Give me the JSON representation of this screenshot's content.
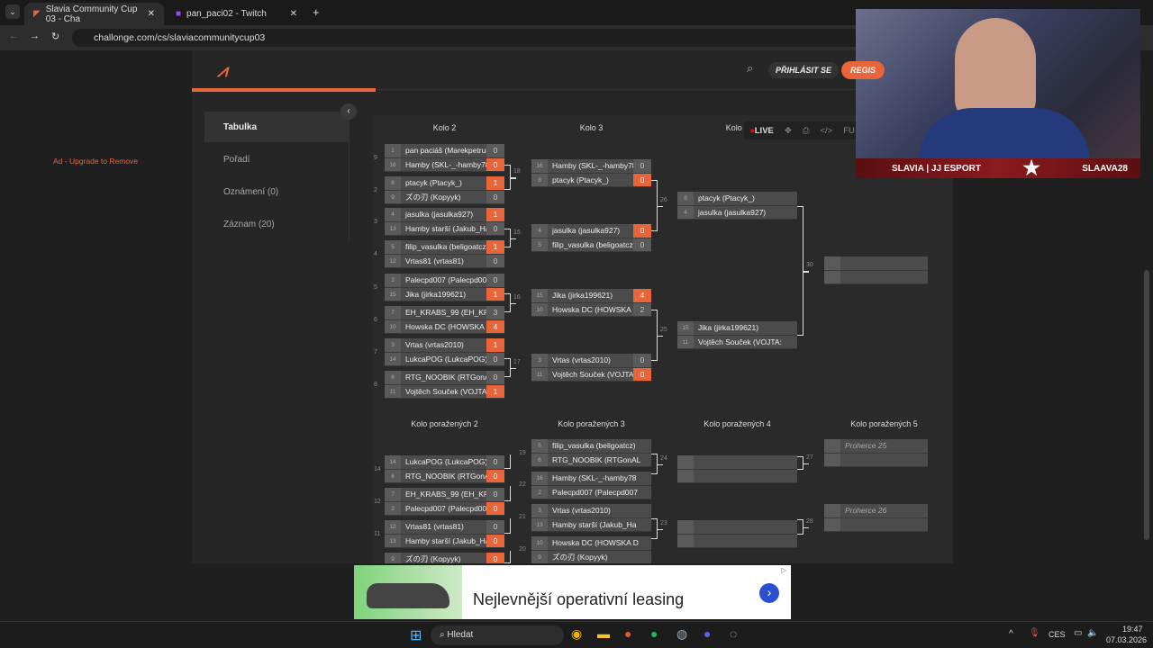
{
  "browser": {
    "tabs": [
      {
        "title": "Slavia Community Cup 03 - Cha"
      },
      {
        "title": "pan_paci02 - Twitch"
      }
    ],
    "url": "challonge.com/cs/slaviacommunitycup03"
  },
  "header": {
    "login": "PŘIHLÁSIT SE",
    "register": "REGIS"
  },
  "sidebar": {
    "items": [
      {
        "label": "Tabulka"
      },
      {
        "label": "Pořadí"
      },
      {
        "label": "Oznámení (0)"
      },
      {
        "label": "Záznam (20)"
      }
    ]
  },
  "ad_left": "Ad - Upgrade to Remove",
  "toolbar": {
    "live": "LIVE",
    "full": "FU"
  },
  "winners": {
    "headers": [
      "Kolo 2",
      "Kolo 3",
      "Kolo 4"
    ],
    "matches": [
      [
        {
          "s": "1",
          "n": "pan paciáš (Marekpetruš",
          "sc": "0"
        },
        {
          "s": "16",
          "n": "Hamby (SKL-_-hamby78",
          "sc": "0",
          "w": true
        }
      ],
      [
        {
          "s": "8",
          "n": "ptacyk (Ptacyk_)",
          "sc": "1",
          "w": true
        },
        {
          "s": "9",
          "n": "ズの刃 (Kopyyk)",
          "sc": "0"
        }
      ],
      [
        {
          "s": "4",
          "n": "jasulka (jasulka927)",
          "sc": "1",
          "w": true
        },
        {
          "s": "13",
          "n": "Hamby starší (Jakub_Ha",
          "sc": "0"
        }
      ],
      [
        {
          "s": "5",
          "n": "filip_vasulka (beligoatcz)",
          "sc": "1",
          "w": true
        },
        {
          "s": "12",
          "n": "Vrtas81 (vrtas81)",
          "sc": "0"
        }
      ],
      [
        {
          "s": "2",
          "n": "Palecpd007 (Palecpd007",
          "sc": "0"
        },
        {
          "s": "15",
          "n": "Jika (jirka199621)",
          "sc": "1",
          "w": true
        }
      ],
      [
        {
          "s": "7",
          "n": "EH_KRABS_99 (EH_KRAI",
          "sc": "3"
        },
        {
          "s": "10",
          "n": "Howska DC (HOWSKA D",
          "sc": "4",
          "w": true
        }
      ],
      [
        {
          "s": "3",
          "n": "Vrtas (vrtas2010)",
          "sc": "1",
          "w": true
        },
        {
          "s": "14",
          "n": "LukcaPOG (LukcaPOG)",
          "sc": "0"
        }
      ],
      [
        {
          "s": "6",
          "n": "RTG_NOOBIK (RTGonAL",
          "sc": "0"
        },
        {
          "s": "11",
          "n": "Vojtěch Souček (VOJTA:",
          "sc": "1",
          "w": true
        }
      ],
      [
        {
          "s": "16",
          "n": "Hamby (SKL-_-hamby78",
          "sc": "0"
        },
        {
          "s": "8",
          "n": "ptacyk (Ptacyk_)",
          "sc": "0",
          "w": true
        }
      ],
      [
        {
          "s": "4",
          "n": "jasulka (jasulka927)",
          "sc": "0",
          "w": true
        },
        {
          "s": "5",
          "n": "filip_vasulka (beligoatcz)",
          "sc": "0"
        }
      ],
      [
        {
          "s": "15",
          "n": "Jika (jirka199621)",
          "sc": "4",
          "w": true
        },
        {
          "s": "10",
          "n": "Howska DC (HOWSKA D",
          "sc": "2"
        }
      ],
      [
        {
          "s": "3",
          "n": "Vrtas (vrtas2010)",
          "sc": "0"
        },
        {
          "s": "11",
          "n": "Vojtěch Souček (VOJTA:",
          "sc": "0",
          "w": true
        }
      ],
      [
        {
          "s": "8",
          "n": "ptacyk (Ptacyk_)"
        },
        {
          "s": "4",
          "n": "jasulka (jasulka927)"
        }
      ],
      [
        {
          "s": "15",
          "n": "Jika (jirka199621)"
        },
        {
          "s": "11",
          "n": "Vojtěch Souček (VOJTA:"
        }
      ],
      [
        {
          "s": "",
          "n": ""
        },
        {
          "s": "",
          "n": ""
        }
      ]
    ],
    "side_numbers": [
      "9",
      "2",
      "3",
      "4",
      "5",
      "6",
      "7",
      "8"
    ],
    "match_numbers": [
      "18",
      "15",
      "16",
      "17",
      "26",
      "25",
      "30"
    ]
  },
  "losers": {
    "headers": [
      "Kolo poražených 2",
      "Kolo poražených 3",
      "Kolo poražených 4",
      "Kolo poražených 5"
    ],
    "matches": [
      [
        {
          "s": "14",
          "n": "LukcaPOG (LukcaPOG)",
          "sc": "0"
        },
        {
          "s": "6",
          "n": "RTG_NOOBIK (RTGonAL",
          "sc": "0",
          "w": true
        }
      ],
      [
        {
          "s": "7",
          "n": "EH_KRABS_99 (EH_KRAI",
          "sc": "0"
        },
        {
          "s": "2",
          "n": "Palecpd007 (Palecpd007",
          "sc": "0",
          "w": true
        }
      ],
      [
        {
          "s": "12",
          "n": "Vrtas81 (vrtas81)",
          "sc": "0"
        },
        {
          "s": "13",
          "n": "Hamby starší (Jakub_Ha",
          "sc": "0",
          "w": true
        }
      ],
      [
        {
          "s": "9",
          "n": "ズの刃 (Kopyyk)",
          "sc": "0",
          "w": true
        },
        {
          "s": "",
          "n": ""
        }
      ],
      [
        {
          "s": "5",
          "n": "filip_vasulka (beligoatcz)"
        },
        {
          "s": "6",
          "n": "RTG_NOOBIK (RTGonAL"
        }
      ],
      [
        {
          "s": "16",
          "n": "Hamby (SKL-_-hamby78"
        },
        {
          "s": "2",
          "n": "Palecpd007 (Palecpd007"
        }
      ],
      [
        {
          "s": "3",
          "n": "Vrtas (vrtas2010)"
        },
        {
          "s": "13",
          "n": "Hamby starší (Jakub_Ha"
        }
      ],
      [
        {
          "s": "10",
          "n": "Howska DC (HOWSKA D"
        },
        {
          "s": "9",
          "n": "ズの刃 (Kopyyk)"
        }
      ],
      [
        {
          "s": "",
          "n": ""
        },
        {
          "s": "",
          "n": ""
        }
      ],
      [
        {
          "s": "",
          "n": ""
        },
        {
          "s": "",
          "n": ""
        }
      ],
      [
        {
          "s": "",
          "n": "Proherce 25",
          "i": true
        },
        {
          "s": "",
          "n": ""
        }
      ],
      [
        {
          "s": "",
          "n": "Proherce 26",
          "i": true
        },
        {
          "s": "",
          "n": ""
        }
      ]
    ],
    "side_numbers": [
      "14",
      "12",
      "11"
    ],
    "match_numbers": [
      "19",
      "22",
      "21",
      "20",
      "24",
      "23",
      "27",
      "28"
    ]
  },
  "webcam": {
    "left": "SLAVIA | JJ ESPORT",
    "right": "SLAAVA28"
  },
  "ad": {
    "text": "Nejlevnější operativní leasing"
  },
  "taskbar": {
    "search": "Hledat",
    "lang": "CES",
    "time": "19:47",
    "date": "07.03.2026"
  },
  "colors": {
    "accent": "#e8643a"
  }
}
